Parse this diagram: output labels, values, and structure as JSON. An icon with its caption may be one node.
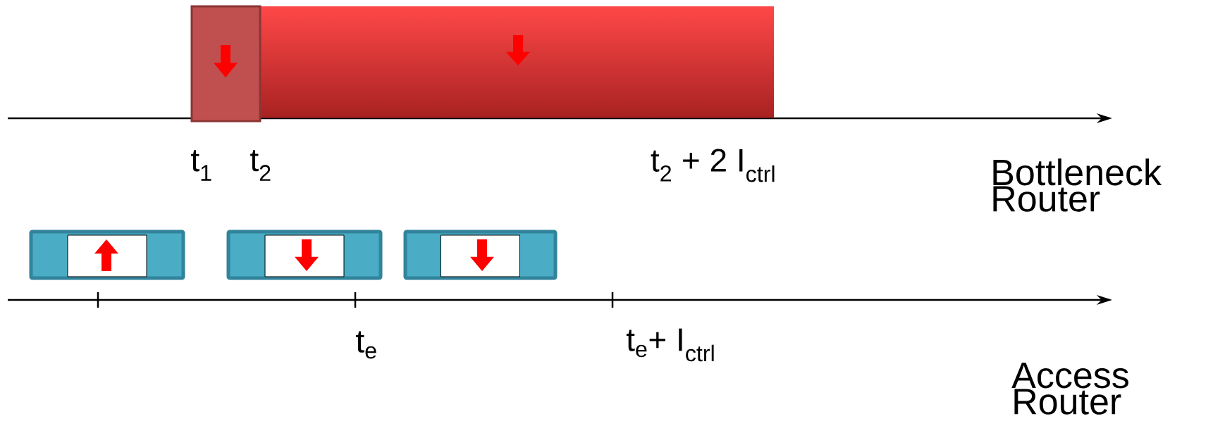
{
  "diagram": {
    "nodes": [
      {
        "text": [],
        "shape": "bar"
      },
      {
        "text": [],
        "shape": "bar"
      },
      {
        "text": [],
        "shape": "box"
      },
      {
        "text": [],
        "shape": "box"
      },
      {
        "text": [],
        "shape": "box"
      }
    ],
    "labels": [
      "t$_{1}$",
      "t$_{2}$",
      "t$_{2}$ + 2 I$_{ctrl}$",
      "Bottleneck Router",
      "t$_{e}$",
      "t$_{e}$+ I$_{ctrl}$",
      "Access Router"
    ]
  }
}
